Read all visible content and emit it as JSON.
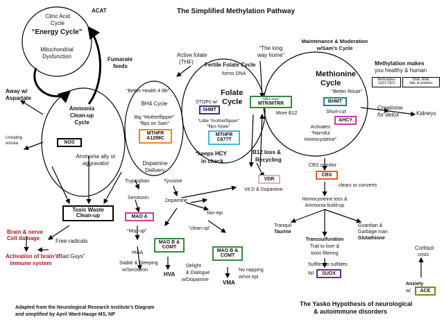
{
  "title": "The Simplified Methylation Pathway",
  "acat": "ACAT",
  "energy_cycle": {
    "line1": "Citric Acid",
    "line2": "Cycle",
    "name": "“Energy Cycle”",
    "line4": "Mitochondrial",
    "line5": "Dysfunction"
  },
  "fumarate": [
    "Fumarate",
    "feeds"
  ],
  "away_aspartate": [
    "Away w/",
    "Aspartate"
  ],
  "ammonia_cycle": [
    "Ammonia",
    "Clean-up",
    "Cycle"
  ],
  "urinating": [
    "Urinating",
    "w/urea"
  ],
  "nos": {
    "label": "NOS",
    "color": "#1f3b94"
  },
  "ammonia_ally": [
    "Ammonia ally or",
    "aggravator"
  ],
  "toxic_waste": [
    "Toxic Waste",
    "Clean-up"
  ],
  "brain_damage": [
    "Brain & nerve",
    "Cell damage"
  ],
  "immune_activation": [
    "Activation of brain’s",
    "immune system"
  ],
  "free_radicals": "Free radicals",
  "bad_guys": "“Bad Guys”",
  "better_health": "“Better Health 4 life”",
  "bh4_cycle": "BH4 Cycle",
  "big_motherflipper": [
    "Big “Motherflipper”",
    "“flips on Sam”"
  ],
  "mthfr_a1298c": {
    "lines": [
      "MTHFR",
      "A1298C"
    ],
    "color": "#e88a1a"
  },
  "dopamine_delivery": [
    "Dopamine",
    "Delivery"
  ],
  "active_folate": [
    "Active folate",
    "(THF)"
  ],
  "fertile_folate": "Fertile Folate Cycle",
  "forms_dna": "forms DNA",
  "folate_cycle": [
    "Folate",
    "Cycle"
  ],
  "stops_w": "STOPs w/",
  "shmt": {
    "label": "SHMT",
    "color": "#3a2a8c"
  },
  "little_motherflipper": [
    "“Little “motherflipper”",
    "“flips folate”"
  ],
  "mthfr_c677t": {
    "lines": [
      "MTHFR",
      "C677T"
    ],
    "color": "#3fb7d9"
  },
  "keeps_hcy": [
    "*keeps HCY",
    "in check"
  ],
  "long_way_home": [
    "“The long",
    "way home”"
  ],
  "mtr_mtrr": {
    "small": "“Miles away”",
    "label": "MTR/MTRR",
    "color": "#2e8b3a"
  },
  "more_b12": "More B12",
  "b12_loss": [
    "B12 loss &",
    "Recycling"
  ],
  "vdr": {
    "label": "VDR",
    "color": "#e6a7d9"
  },
  "vit_d": "Vit D & Dopamine",
  "maintenance": [
    "Maintenance & Moderation",
    "w/Sam’s Cycle"
  ],
  "methionine_cycle": [
    "Methionine",
    "Cycle"
  ],
  "better_route": "“Better Route”",
  "bhmt": {
    "label": "BHMT",
    "color": "#1f7f8c"
  },
  "short_cut": "Short-cut",
  "ahcy": {
    "label": "AHCY",
    "color": "#c93aa0"
  },
  "activates": [
    "Activates",
    "“Harmful",
    "Homocysteine”"
  ],
  "methylation_makes": [
    "Methylation makes",
    "you healthy & human"
  ],
  "cells_ceo": [
    "Methylation",
    "Cell’s CEO"
  ],
  "dna_rna": [
    "DNA, RNA,",
    "fats, & proteins"
  ],
  "creatinine": [
    "Creatinine",
    "for detox"
  ],
  "kidneys": "Kidneys",
  "cbs_corridor": "CBS corridor",
  "cbs": {
    "label": "CBS",
    "color": "#e0602a"
  },
  "clears_converts": "clears or converts",
  "hcy_loss": [
    "Homocysteine loss &",
    "Ammonia build-up"
  ],
  "tranquil": [
    "Tranquil",
    "Taurine"
  ],
  "guardian": [
    "Guardian &",
    "Garbage man",
    "Glutathione"
  ],
  "transsulfuration": [
    "Transsulfuration",
    "Trail to liver &",
    "toxin filtering"
  ],
  "sulfites": [
    "Sulfites to sulfates",
    "W/"
  ],
  "suox": {
    "label": "SUOX",
    "color": "#6a2a8c"
  },
  "cortisol": [
    "Cortisol",
    "crisis"
  ],
  "anxiety": [
    "Anxiety",
    "w/"
  ],
  "ace": {
    "label": "ACE",
    "color": "#6a8c1f"
  },
  "tryptophan": "Tryptophan",
  "tyrosine": "Tyrosine",
  "serotonin": "Serotonin",
  "dopamine": "Dopamine",
  "nor_epi": "Nor-epi",
  "mao_a": {
    "label": "MAO A",
    "color": "#c93aa0"
  },
  "mop_up": "“Mop-up”",
  "hiaa": "HIAA",
  "stable_sleeping": [
    "Stable & Sleeping",
    "w/Serotonin"
  ],
  "clean_up": "“clean-up”",
  "mao_comt_1": {
    "lines": [
      "MAO B &",
      "COMT"
    ],
    "color": "#2e8b3a"
  },
  "mao_comt_2": {
    "lines": [
      "MAO B &",
      "COMT"
    ],
    "color": "#2e8b3a"
  },
  "hva": "HVA",
  "delight": [
    "Delight",
    "& Dialogue",
    "w/Dopamine"
  ],
  "vma": "VMA",
  "no_napping": [
    "No napping",
    "w/nor epi"
  ],
  "credit": [
    "Adapted from the Neurological Research Institute’s Diagram",
    "and simplified by April Ward-Hauge MS, NP"
  ],
  "hypothesis": [
    "The Yasko Hypothesis of neurological",
    "& autoimmune disorders"
  ],
  "colors": {
    "red_text": "#b0101a"
  }
}
